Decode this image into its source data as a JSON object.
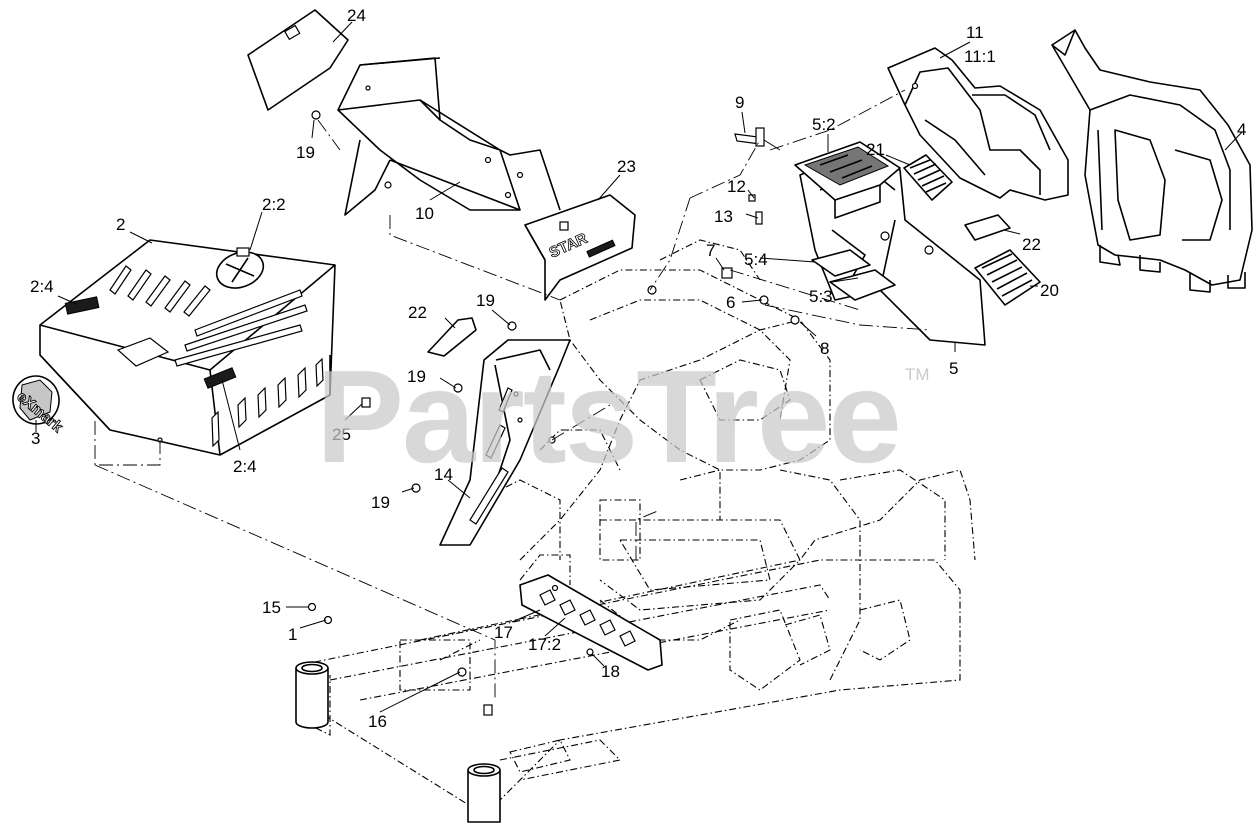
{
  "watermark": {
    "text": "PartsTree",
    "trademark": "TM"
  },
  "logo_text": "eXmark",
  "callouts": [
    "24",
    "19",
    "10",
    "23",
    "2",
    "2:2",
    "2:4",
    "3",
    "2:4",
    "25",
    "22",
    "19",
    "19",
    "14",
    "19",
    "9",
    "5:2",
    "21",
    "12",
    "13",
    "7",
    "5:4",
    "5:3",
    "6",
    "8",
    "22",
    "20",
    "5",
    "11",
    "11:1",
    "4",
    "15",
    "1",
    "17",
    "17:2",
    "18",
    "16"
  ]
}
